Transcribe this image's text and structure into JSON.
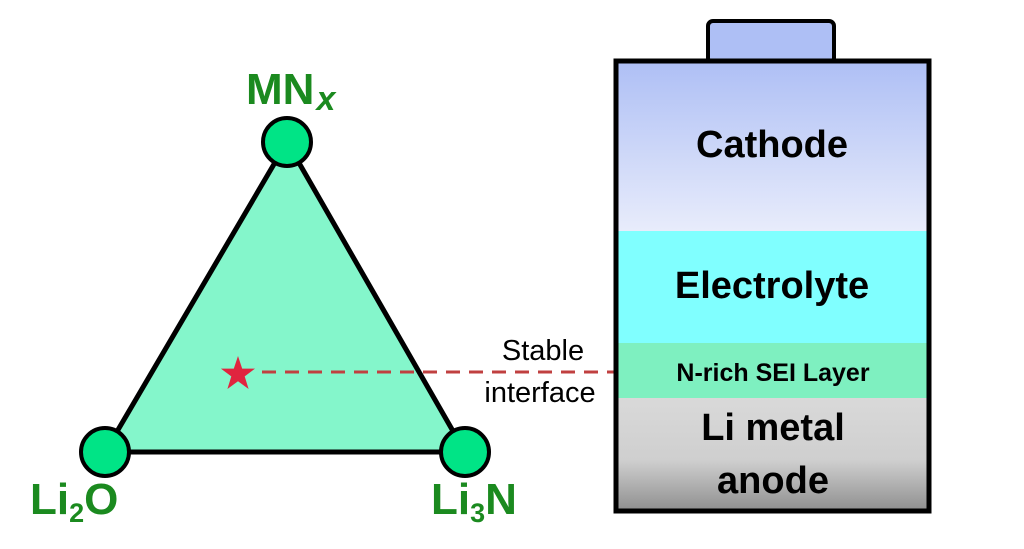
{
  "triangle": {
    "vertices": {
      "top": {
        "main": "MN",
        "suffix": "x"
      },
      "left": {
        "main": "Li",
        "sub": "2",
        "tail": "O"
      },
      "right": {
        "main": "Li",
        "sub": "3",
        "tail": "N"
      }
    },
    "marker": "star"
  },
  "connector": {
    "line1": "Stable",
    "line2": "interface"
  },
  "battery": {
    "layers": {
      "cathode": "Cathode",
      "electrolyte": "Electrolyte",
      "sei": "N-rich SEI Layer",
      "anode_line1": "Li metal",
      "anode_line2": "anode"
    }
  },
  "colors": {
    "triangle_fill": "#84f6cb",
    "vertex_fill": "#00e486",
    "label_green": "#1b8a1f",
    "star": "#e0243f",
    "dash": "#c04040",
    "electrolyte": "#80ffff",
    "sei": "#7ef0c0"
  }
}
